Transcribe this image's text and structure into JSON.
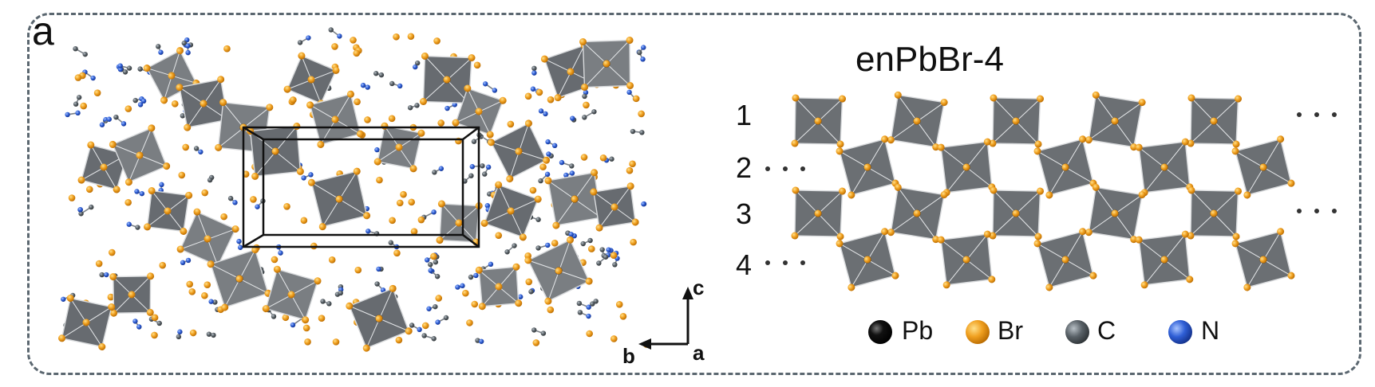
{
  "panel_label": "a",
  "structure_title": "enPbBr-4",
  "layers": [
    "1",
    "2",
    "3",
    "4"
  ],
  "axes": {
    "vertical": "c",
    "horizontal": "b",
    "out_of_plane": "a"
  },
  "legend": [
    {
      "symbol": "Pb",
      "color": "#111111"
    },
    {
      "symbol": "Br",
      "color": "#f0a020"
    },
    {
      "symbol": "C",
      "color": "#5a6268"
    },
    {
      "symbol": "N",
      "color": "#2f5fd6"
    }
  ],
  "colors": {
    "octahedron": "#6b6f73",
    "frame": "#5b6770"
  }
}
